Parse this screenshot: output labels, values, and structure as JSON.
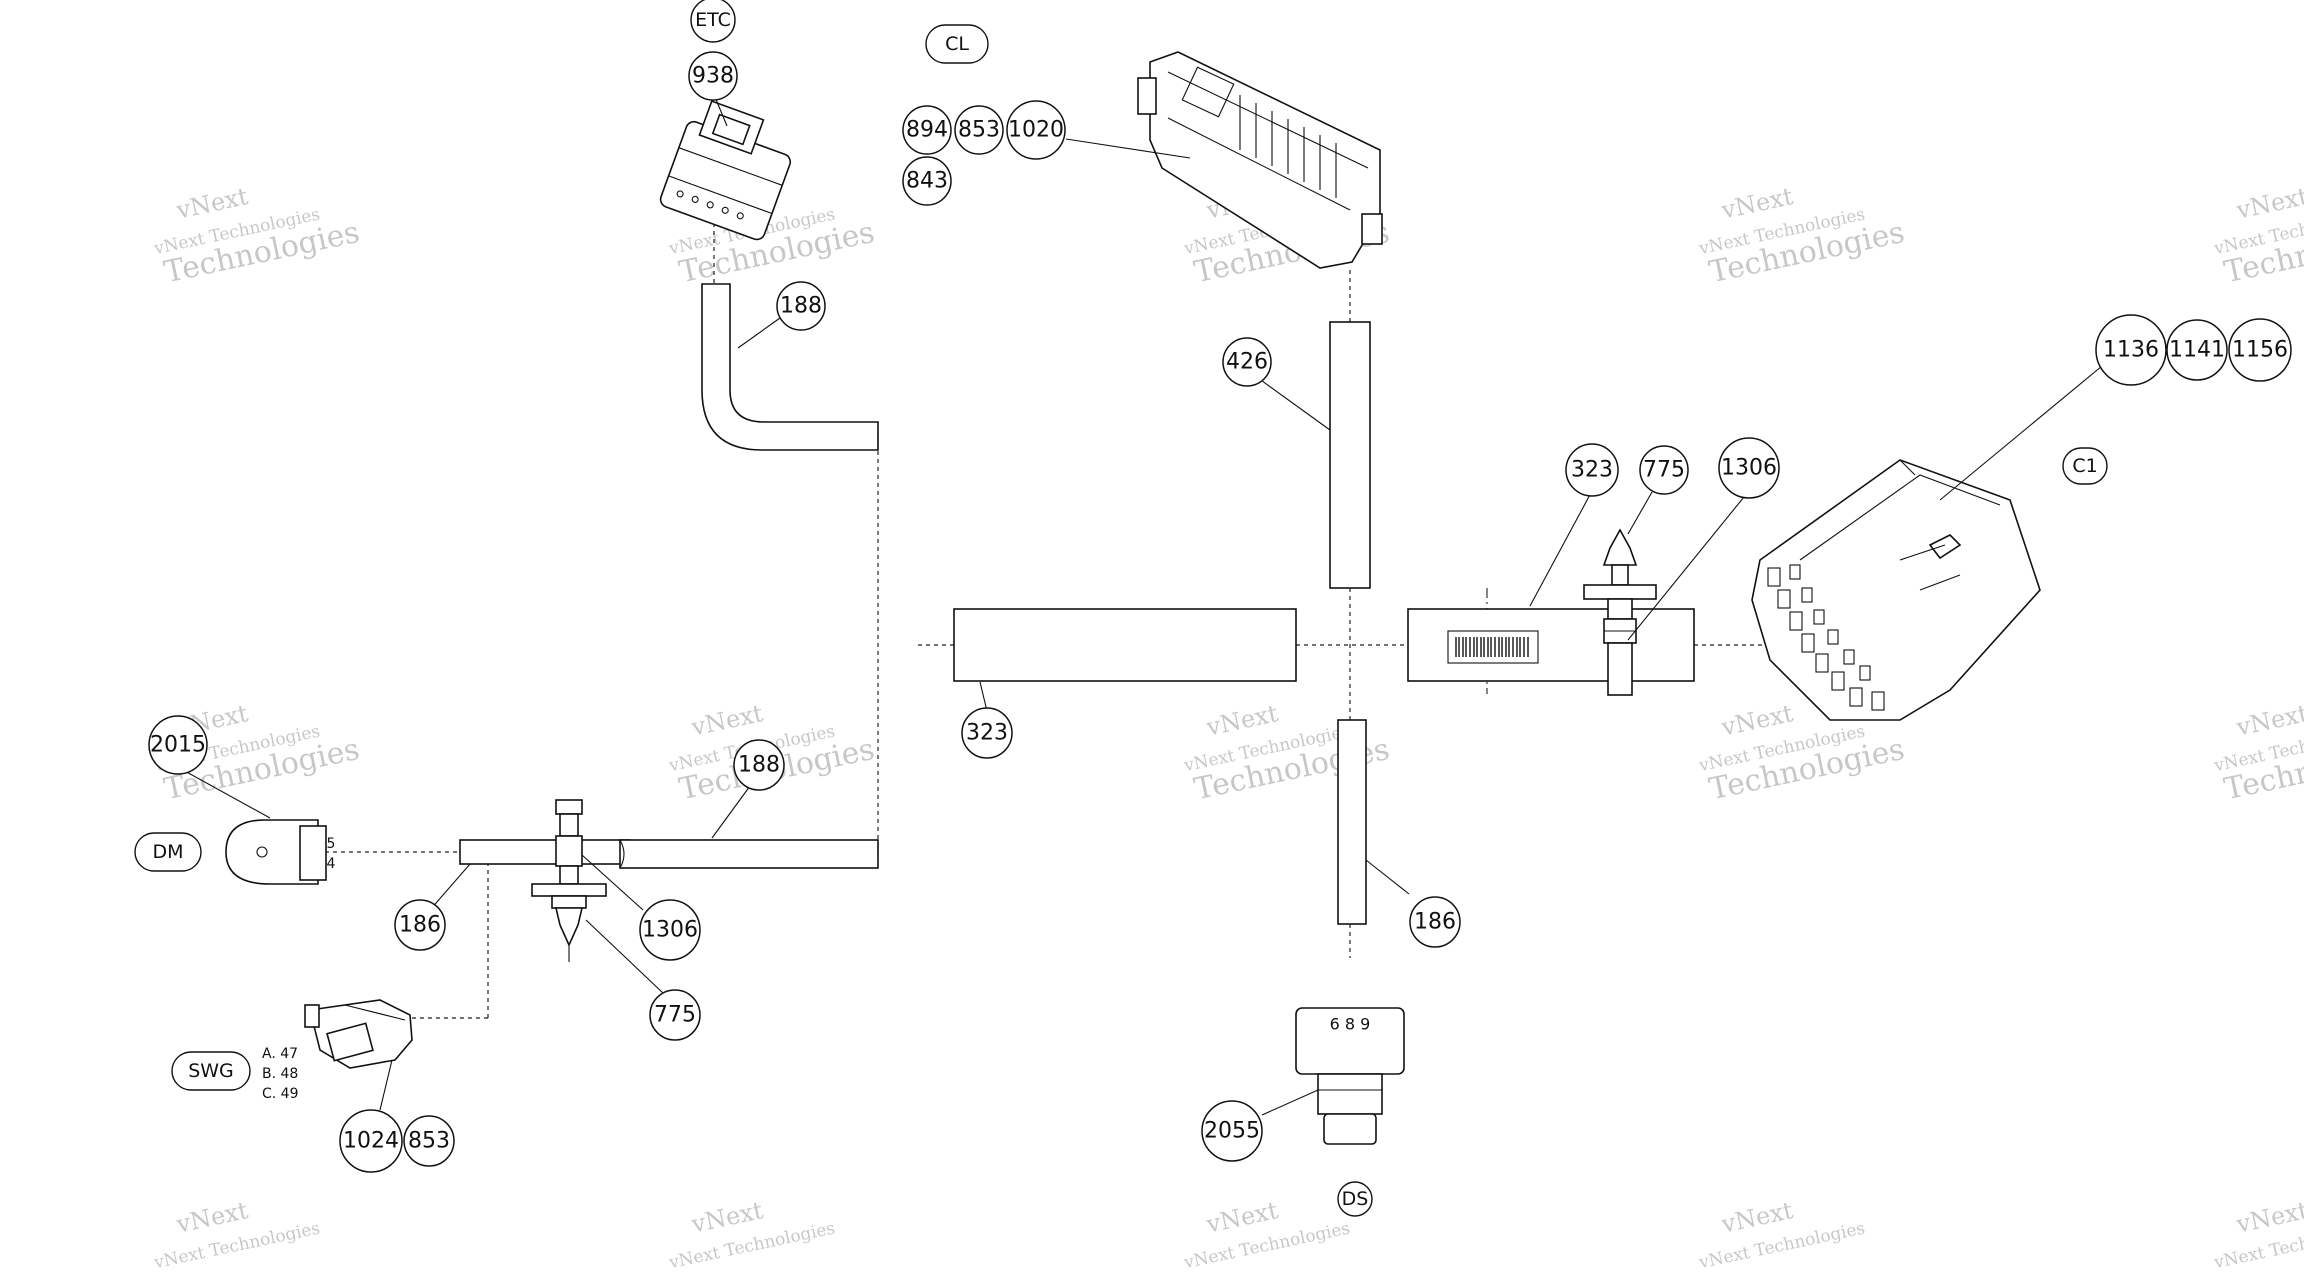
{
  "connectors": {
    "etc": "ETC",
    "cl": "CL",
    "c1": "C1",
    "dm": "DM",
    "swg": "SWG",
    "ds": "DS"
  },
  "callouts": {
    "c938": "938",
    "c188_top": "188",
    "c894": "894",
    "c853_cl": "853",
    "c1020": "1020",
    "c843": "843",
    "c426": "426",
    "c1136": "1136",
    "c1141": "1141",
    "c1156": "1156",
    "c323_right": "323",
    "c775_right": "775",
    "c1306_right": "1306",
    "c323_center": "323",
    "c2015": "2015",
    "c188_bottom": "188",
    "c186_left": "186",
    "c1306_left": "1306",
    "c775_left": "775",
    "c1024": "1024",
    "c853_swg": "853",
    "c186_right": "186",
    "c2055": "2055"
  },
  "part_labels": {
    "ds_pins": "6 8 9",
    "dm_pin_5": "5",
    "dm_pin_4": "4",
    "swg_a": "A. 47",
    "swg_b": "B. 48",
    "swg_c": "C. 49"
  },
  "watermark": {
    "line1": "vNext Technologies",
    "line2": "vNext",
    "line3": "Technologies"
  },
  "colors": {
    "line": "#111111",
    "watermark": "#9a9a9a",
    "background": "#ffffff"
  }
}
